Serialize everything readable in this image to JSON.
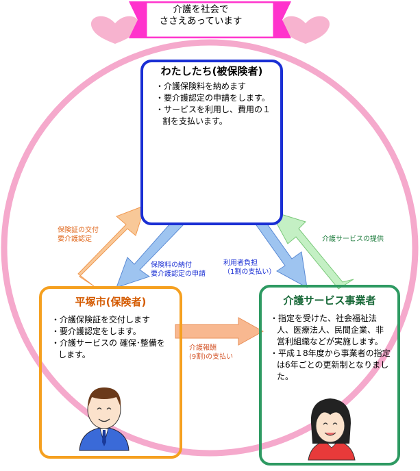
{
  "banner": {
    "line1": "介護を社会で",
    "line2": "ささえあっています"
  },
  "insured": {
    "title": "わたしたち(被保険者)",
    "items": [
      "・介護保険料を納めます",
      "・要介護認定の申請をします。",
      "・サービスを利用し、費用の１割を支払います。"
    ]
  },
  "city": {
    "title": "平塚市(保険者)",
    "items": [
      "・介護保険証を交付します",
      "・要介護認定をします。",
      "・介護サービスの 確保･整備をします。"
    ]
  },
  "provider": {
    "title": "介護サービス事業者",
    "items": [
      "・指定を受けた、社会福祉法人、医療法人、民間企業、非営利組織などが実施します。",
      "・平成１8年度から事業者の指定は6年ごとの更新制となりました。"
    ]
  },
  "arrows": {
    "city_to_insured": {
      "line1": "保険証の交付",
      "line2": "要介護認定"
    },
    "insured_to_city": {
      "line1": "保険料の納付",
      "line2": "要介護認定の申請"
    },
    "insured_to_provider": {
      "line1": "利用者負担",
      "line2": "（1割の支払い）"
    },
    "provider_to_insured": {
      "line1": "介護サービスの提供"
    },
    "city_to_provider": {
      "line1": "介護報酬",
      "line2": "(9割)の支払い"
    }
  },
  "colors": {
    "ring": "#f5a9cc",
    "banner": "#ff33cc",
    "insured_border": "#1a2fd4",
    "city_border": "#f5a020",
    "provider_border": "#2e9a62",
    "orange_arrow": "#f8c898",
    "blue_arrow": "#9ec4f0",
    "green_arrow": "#c4f0c4",
    "salmon_arrow": "#f8b890",
    "label_orange": "#e0661a",
    "label_blue": "#1a2fd4",
    "label_green": "#1a7a3a",
    "label_salmon": "#d4562a"
  }
}
